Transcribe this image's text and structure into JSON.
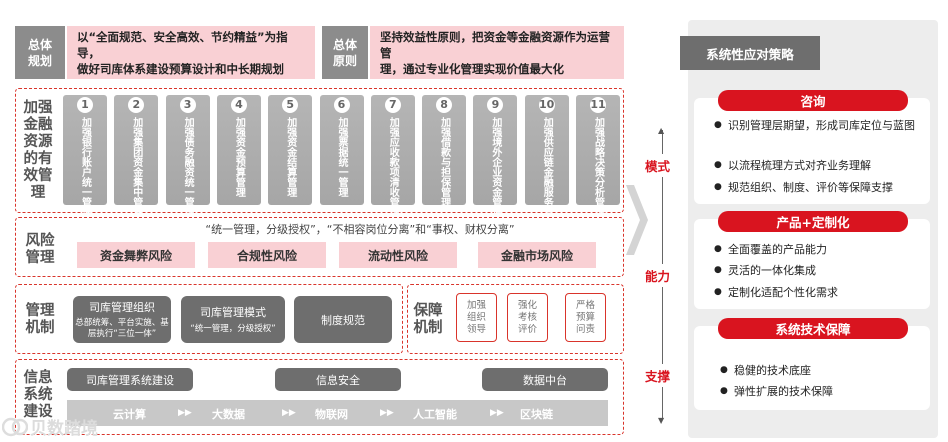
{
  "summary": {
    "left_label": "总体\n规划",
    "left_text": "以“全面规范、安全高效、节约精益”为指导，\n做好司库体系建设预算设计和中长期规划",
    "right_label": "总体\n原则",
    "right_text": "坚持效益性原则，把资金等金融资源作为运营管\n理，通过专业化管理实现价值最大化"
  },
  "finance": {
    "label": "加强\n金融\n资源\n的有\n效管\n理",
    "pillars": [
      {
        "num": "1",
        "text": "加强银行账户统一管理"
      },
      {
        "num": "2",
        "text": "加强集团资金集中管理"
      },
      {
        "num": "3",
        "text": "加强债务融资统一管理"
      },
      {
        "num": "4",
        "text": "加强资金预算管理"
      },
      {
        "num": "5",
        "text": "加强资金结算管理"
      },
      {
        "num": "6",
        "text": "加强票据统一管理"
      },
      {
        "num": "7",
        "text": "加强应收款项清收管理"
      },
      {
        "num": "8",
        "text": "加强借款与担保管理"
      },
      {
        "num": "9",
        "text": "加强境外企业资金管理"
      },
      {
        "num": "10",
        "text": "加强供应链金融服务管理"
      },
      {
        "num": "11",
        "text": "加强战略决策分析管理"
      }
    ]
  },
  "risk": {
    "label": "风险\n管理",
    "caption": "“统一管理，分级授权”，“不相容岗位分离”和“事权、财权分离”",
    "items": [
      "资金舞弊风险",
      "合规性风险",
      "流动性风险",
      "金融市场风险"
    ]
  },
  "mechanism": {
    "label": "管理\n机制",
    "org_title": "司库管理组织",
    "org_sub": "总部统筹、平台实施、基\n层执行“三位一体”",
    "mode_title": "司库管理模式",
    "mode_sub": "“统一管理，分级授权”",
    "system": "制度规范"
  },
  "guarantee": {
    "label": "保障\n机制",
    "items": [
      "加强\n组织\n领导",
      "强化\n考核\n评价",
      "严格\n预算\n问责"
    ]
  },
  "info": {
    "label": "信息\n系统\n建设",
    "buttons": [
      "司库管理系统建设",
      "信息安全",
      "数据中台"
    ],
    "tech": [
      "云计算",
      "大数据",
      "物联网",
      "人工智能",
      "区块链"
    ]
  },
  "side_labels": [
    "模式",
    "能力",
    "支撑"
  ],
  "strategy": {
    "title": "系统性应对策略",
    "sections": [
      {
        "title": "咨询",
        "bullets": [
          "识别管理层期望，形成司库定位与蓝图",
          "以流程梳理方式对齐业务理解",
          "规范组织、制度、评价等保障支撑"
        ]
      },
      {
        "title": "产品+定制化",
        "bullets": [
          "全面覆盖的产品能力",
          "灵活的一体化集成",
          "定制化适配个性化需求"
        ]
      },
      {
        "title": "系统技术保障",
        "bullets": [
          "稳健的技术底座",
          "弹性扩展的技术保障"
        ]
      }
    ]
  },
  "watermark": "贝数踏境",
  "colors": {
    "accent_red": "#d9141f",
    "dash_red": "#d9342b",
    "pink": "#f9d0d4",
    "grey": "#6e6e6e"
  }
}
